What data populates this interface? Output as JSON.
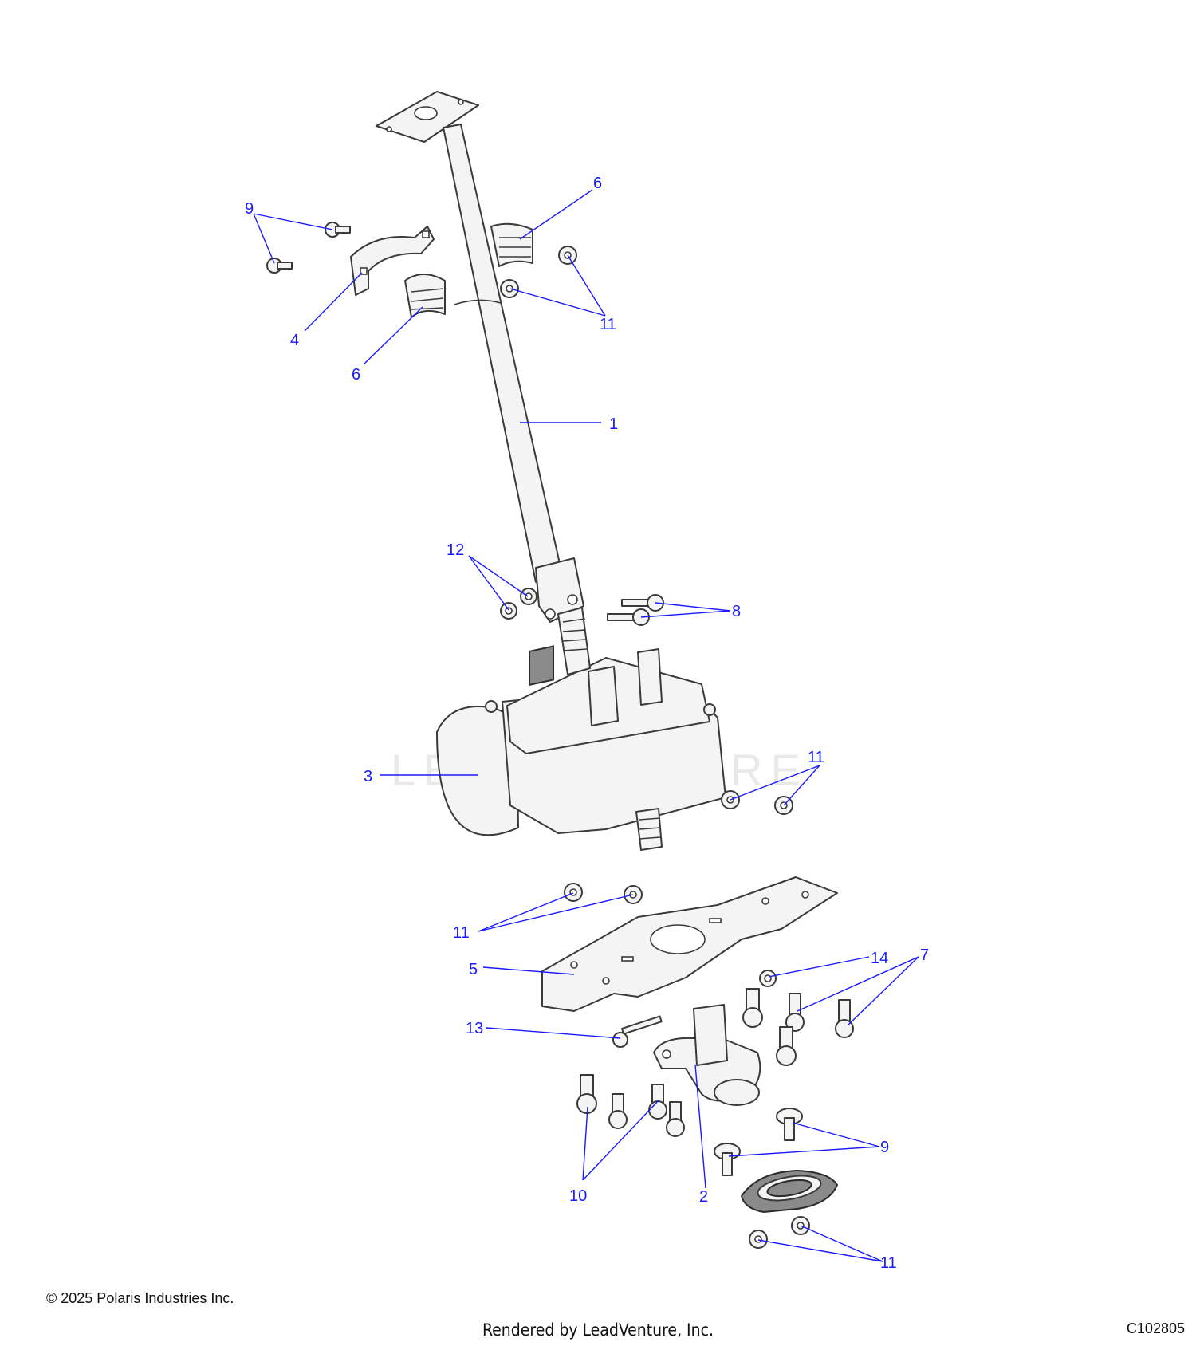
{
  "diagram": {
    "watermark": "LEADVENTURE",
    "callouts": [
      {
        "id": "c1",
        "label": "1"
      },
      {
        "id": "c2",
        "label": "2"
      },
      {
        "id": "c3",
        "label": "3"
      },
      {
        "id": "c4",
        "label": "4"
      },
      {
        "id": "c5",
        "label": "5"
      },
      {
        "id": "c6a",
        "label": "6"
      },
      {
        "id": "c6b",
        "label": "6"
      },
      {
        "id": "c7",
        "label": "7"
      },
      {
        "id": "c8",
        "label": "8"
      },
      {
        "id": "c9a",
        "label": "9"
      },
      {
        "id": "c9b",
        "label": "9"
      },
      {
        "id": "c10",
        "label": "10"
      },
      {
        "id": "c11a",
        "label": "11"
      },
      {
        "id": "c11b",
        "label": "11"
      },
      {
        "id": "c11c",
        "label": "11"
      },
      {
        "id": "c11d",
        "label": "11"
      },
      {
        "id": "c12",
        "label": "12"
      },
      {
        "id": "c13",
        "label": "13"
      },
      {
        "id": "c14",
        "label": "14"
      }
    ]
  },
  "footer": {
    "copyright": "© 2025 Polaris Industries Inc.",
    "rendered_by": "Rendered by LeadVenture, Inc.",
    "code": "C102805"
  },
  "colors": {
    "callout": "#1a1aff",
    "line": "#3a3a3a"
  }
}
